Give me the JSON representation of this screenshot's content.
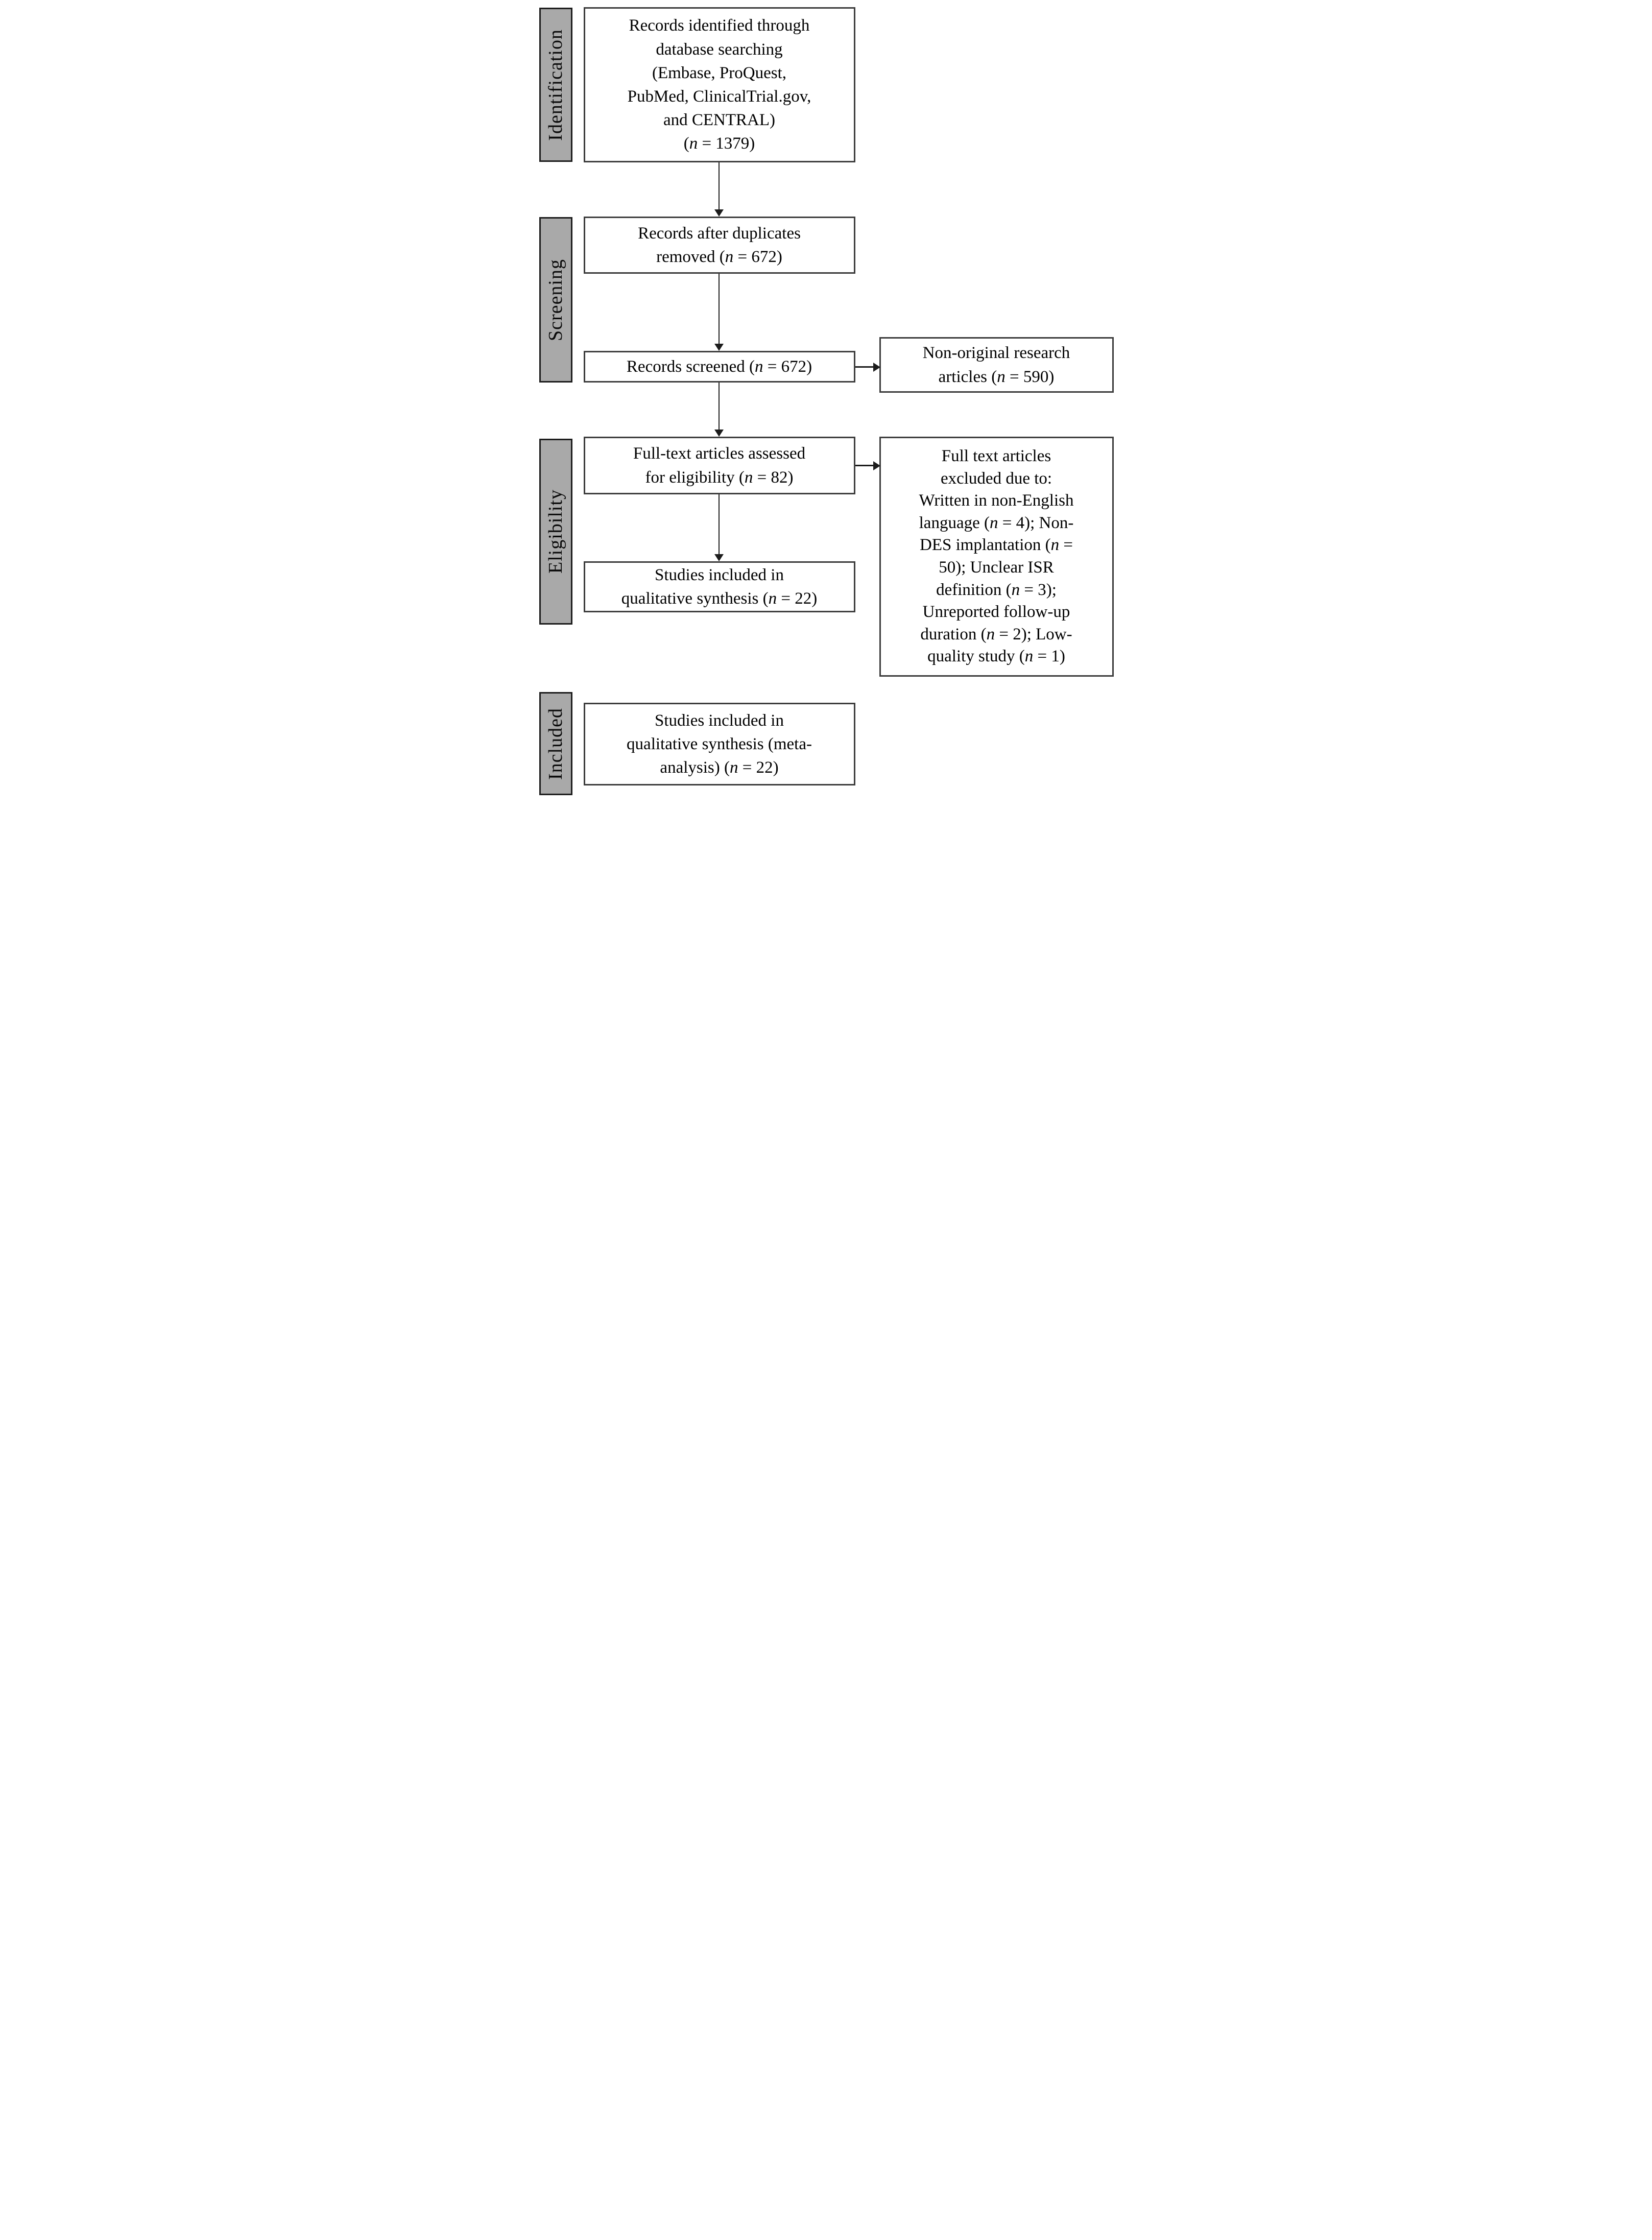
{
  "diagram": {
    "type": "prisma-flow",
    "stage_labels": [
      "Identification",
      "Screening",
      "Eligibility",
      "Included"
    ],
    "boxes": {
      "identified": "Records identified through\ndatabase searching\n(Embase, ProQuest,\nPubMed, ClinicalTrial.gov,\nand CENTRAL)\n(n = 1379)",
      "duplicates_removed": "Records after duplicates\nremoved (n = 672)",
      "screened": "Records screened (n = 672)",
      "non_original": "Non-original research\narticles (n = 590)",
      "fulltext_assessed": "Full-text articles assessed\nfor eligibility (n = 82)",
      "fulltext_excluded": "Full text articles\nexcluded due to:\nWritten in non-English\nlanguage (n = 4); Non-\nDES implantation (n =\n50); Unclear ISR\ndefinition (n = 3);\nUnreported follow-up\nduration (n = 2); Low-\nquality study (n = 1)",
      "qualitative_synthesis": "Studies included in\nqualitative synthesis (n = 22)",
      "meta_analysis": "Studies included in\nqualitative synthesis (meta-\nanalysis) (n = 22)"
    },
    "counts": {
      "identified": 1379,
      "after_duplicates_removed": 672,
      "screened": 672,
      "non_original_articles_excluded": 590,
      "fulltext_assessed": 82,
      "excluded_non_english_language": 4,
      "excluded_non_des_implantation": 50,
      "excluded_unclear_isr_definition": 3,
      "excluded_unreported_followup_duration": 2,
      "excluded_low_quality_study": 1,
      "included_qualitative_synthesis": 22,
      "included_meta_analysis": 22
    },
    "colors": {
      "stage_bar_fill": "#a9a9a9",
      "stage_bar_border": "#1c1c1c",
      "box_fill": "#ffffff",
      "box_border": "#3d3d3d",
      "arrow": "#1c1c1c",
      "text": "#000000",
      "background": "#ffffff"
    }
  }
}
